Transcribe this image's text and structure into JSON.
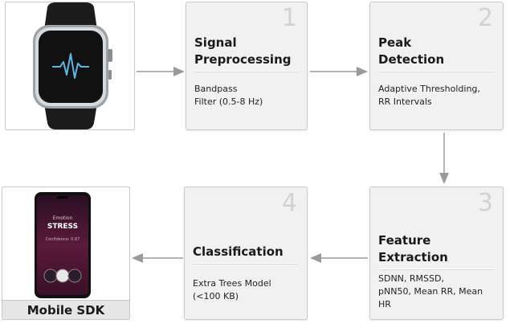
{
  "steps": [
    {
      "num": "1",
      "title_l1": "Signal",
      "title_l2": "Preprocessing",
      "desc_l1": "Bandpass",
      "desc_l2": "Filter (0.5-8 Hz)"
    },
    {
      "num": "2",
      "title_l1": "Peak",
      "title_l2": "Detection",
      "desc_l1": "Adaptive Thresholding,",
      "desc_l2": "RR Intervals"
    },
    {
      "num": "3",
      "title_l1": "Feature",
      "title_l2": "Extraction",
      "desc_l1": "SDNN, RMSSD,",
      "desc_l2": "pNN50, Mean RR, Mean",
      "desc_l3": "HR"
    },
    {
      "num": "4",
      "title_l1": "Classification",
      "desc_l1": "Extra Trees Model",
      "desc_l2": "(<100 KB)"
    }
  ],
  "phone": {
    "emotion_label": "Emotion",
    "emotion_value": "STRESS",
    "confidence": "Confidence: 0.87"
  },
  "sdk_label": "Mobile SDK",
  "colors": {
    "box_bg": "#f1f1f1",
    "arrow": "#9a9a9a",
    "phone_screen": "#4a1530"
  }
}
